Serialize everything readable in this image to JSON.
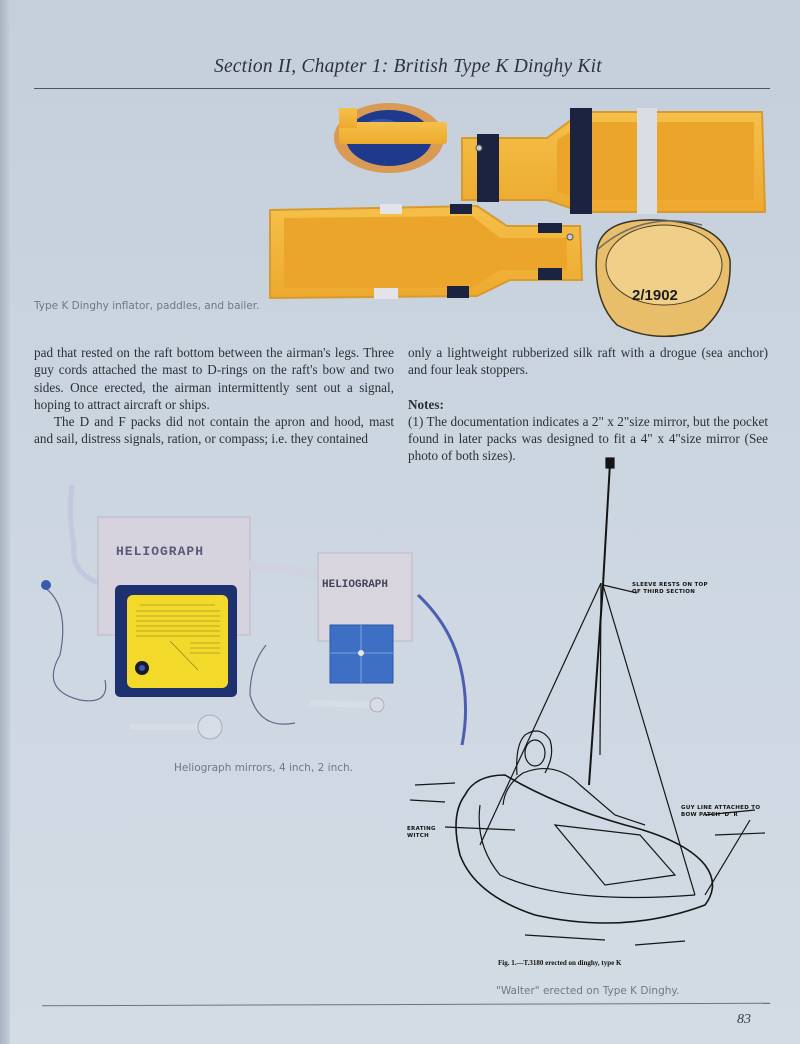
{
  "header": {
    "title": "Section II, Chapter 1: British Type K Dinghy Kit"
  },
  "figures": {
    "top_photo": {
      "caption": "Type K Dinghy inflator, paddles, and bailer.",
      "bailer_marking": "2/1902"
    },
    "heliograph_photo": {
      "caption": "Heliograph mirrors, 4 inch, 2 inch.",
      "pouch_label_large": "HELIOGRAPH",
      "pouch_label_small": "HELIOGRAPH"
    },
    "walter_diagram": {
      "caption": "\"Walter\" erected on Type K Dinghy.",
      "figure_caption": "Fig. 1.—T.3180 erected on dinghy, type K",
      "labels": {
        "sleeve": "SLEEVE RESTS ON TOP OF THIRD SECTION",
        "guy_line": "GUY LINE ATTACHED TO BOW PATCH 'D' R",
        "operating_switch": "ERATING WITCH"
      }
    }
  },
  "body": {
    "left_column": [
      "pad that rested on the raft bottom between the airman's legs. Three guy cords attached the mast to D-rings on the raft's bow and two sides. Once erected, the airman intermittently sent out a signal, hoping to attract aircraft or ships.",
      "The D and F packs did not contain the apron and hood, mast and sail, distress signals, ration, or compass; i.e. they contained"
    ],
    "right_column": {
      "continuation": "only a lightweight rubberized silk raft with a drogue (sea anchor) and four leak stoppers.",
      "notes_heading": "Notes:",
      "note_1": "(1) The documentation indicates a 2\" x 2\"size mirror, but the pocket found in later packs was designed to fit a 4\" x 4\"size mirror (See photo of both sizes)."
    }
  },
  "footer": {
    "page_number": "83"
  },
  "colors": {
    "page_bg": "#cbd5e0",
    "paddle_yellow": "#f2b63a",
    "strap_navy": "#1c2340",
    "mirror_blue": "#3d6fc4",
    "card_yellow": "#f2d92a"
  }
}
